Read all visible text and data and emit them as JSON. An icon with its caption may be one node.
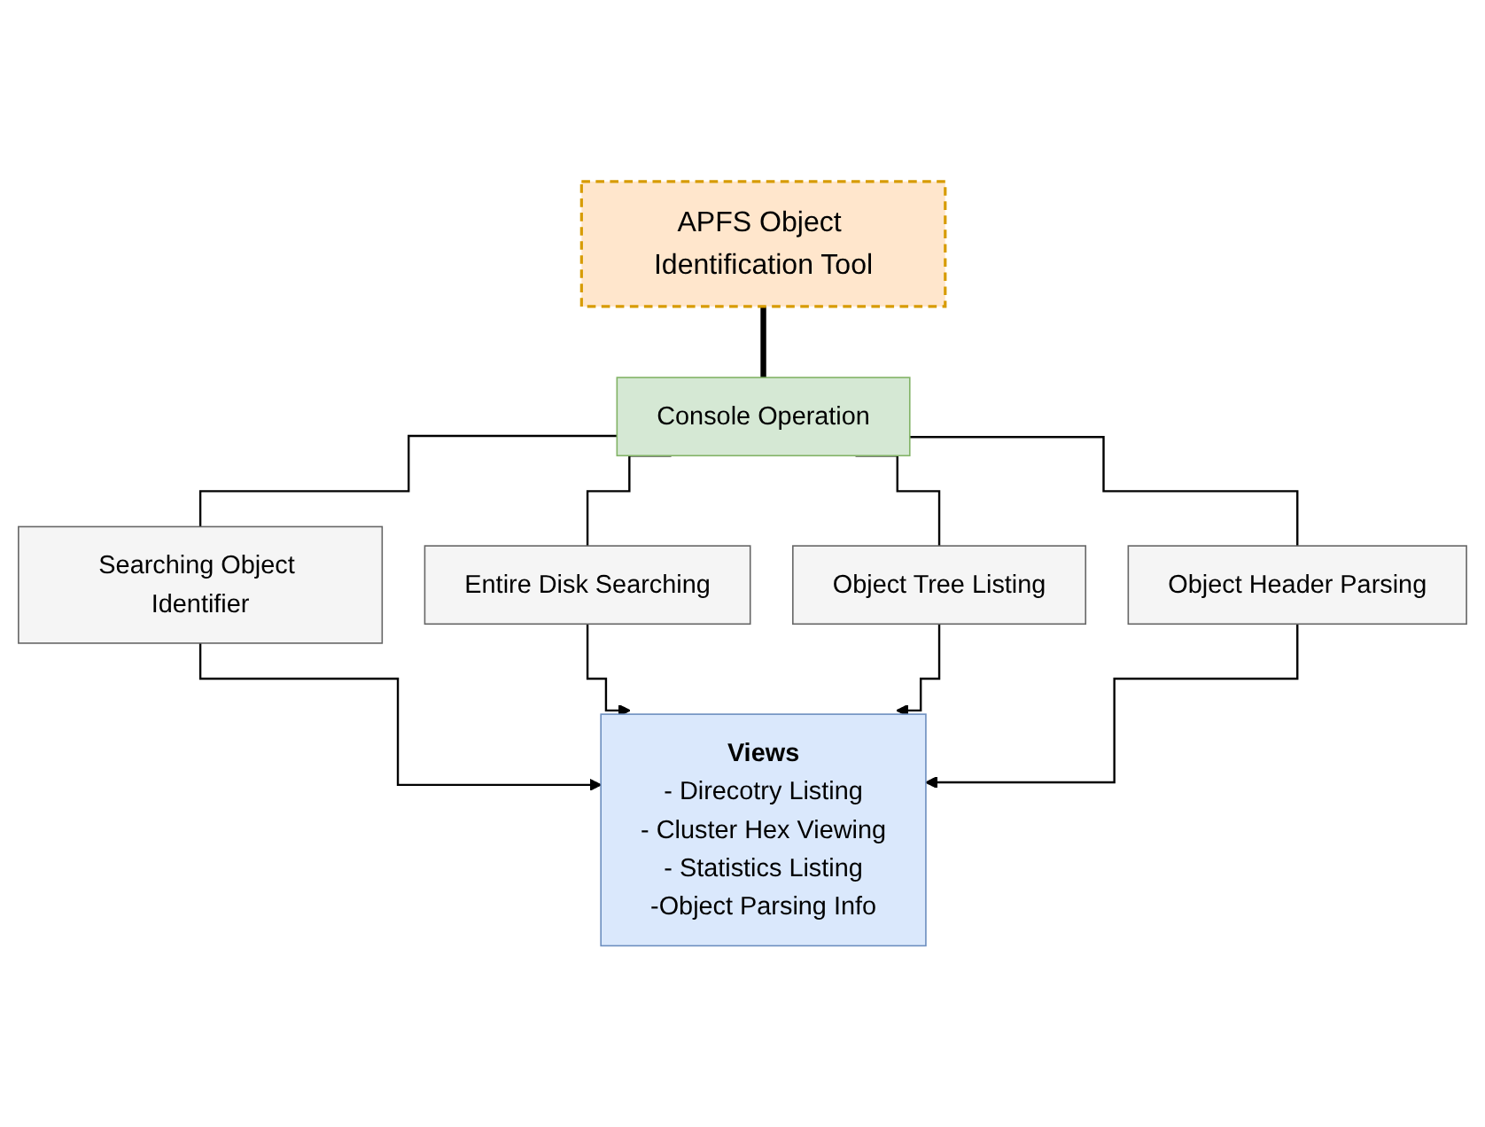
{
  "diagram": {
    "nodes": [
      {
        "text": [
          "APFS Object Identification Tool"
        ]
      },
      {
        "text": [
          "Console Operation"
        ]
      },
      {
        "text": [
          "Searching Object Identifier"
        ]
      },
      {
        "text": [
          "Entire Disk Searching"
        ]
      },
      {
        "text": [
          "Object Tree Listing"
        ]
      },
      {
        "text": [
          "Object Header Parsing"
        ]
      },
      {
        "text": [
          "Views",
          "- Direcotry Listing",
          "- Cluster Hex Viewing",
          "- Statistics Listing",
          "-Object Parsing Info"
        ]
      }
    ],
    "edges": [
      {
        "from": 0,
        "to": 1,
        "arrow": "none",
        "style": "thick"
      },
      {
        "from": 1,
        "to": 2,
        "arrow": "none"
      },
      {
        "from": 1,
        "to": 3,
        "arrow": "none"
      },
      {
        "from": 1,
        "to": 4,
        "arrow": "none"
      },
      {
        "from": 1,
        "to": 5,
        "arrow": "none"
      },
      {
        "from": 2,
        "to": 6,
        "arrow": "to"
      },
      {
        "from": 3,
        "to": 6,
        "arrow": "to"
      },
      {
        "from": 4,
        "to": 6,
        "arrow": "to"
      },
      {
        "from": 5,
        "to": 6,
        "arrow": "to"
      }
    ]
  }
}
